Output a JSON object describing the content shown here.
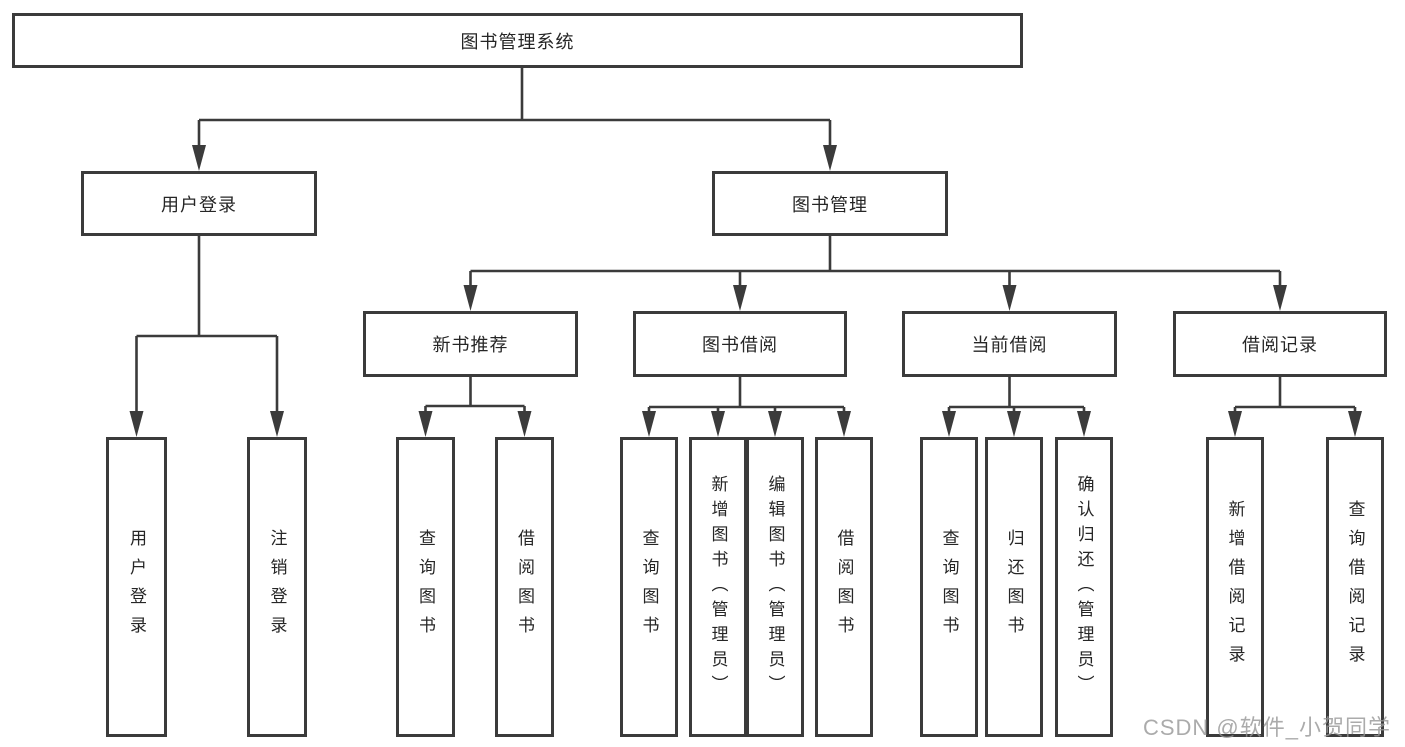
{
  "tree": {
    "label": "图书管理系统",
    "children": [
      {
        "label": "用户登录",
        "children": [
          {
            "label": "用户登录"
          },
          {
            "label": "注销登录"
          }
        ]
      },
      {
        "label": "图书管理",
        "children": [
          {
            "label": "新书推荐",
            "children": [
              {
                "label": "查询图书"
              },
              {
                "label": "借阅图书"
              }
            ]
          },
          {
            "label": "图书借阅",
            "children": [
              {
                "label": "查询图书"
              },
              {
                "label": "新增图书（管理员）"
              },
              {
                "label": "编辑图书（管理员）"
              },
              {
                "label": "借阅图书"
              }
            ]
          },
          {
            "label": "当前借阅",
            "children": [
              {
                "label": "查询图书"
              },
              {
                "label": "归还图书"
              },
              {
                "label": "确认归还（管理员）"
              }
            ]
          },
          {
            "label": "借阅记录",
            "children": [
              {
                "label": "新增借阅记录"
              },
              {
                "label": "查询借阅记录"
              }
            ]
          }
        ]
      }
    ]
  },
  "watermark": {
    "text": "CSDN @软件_小贺同学"
  },
  "colors": {
    "line": "#3b3b3b",
    "box_border": "#3b3b3b",
    "text": "#262626",
    "background": "#ffffff",
    "watermark": "#969696"
  }
}
